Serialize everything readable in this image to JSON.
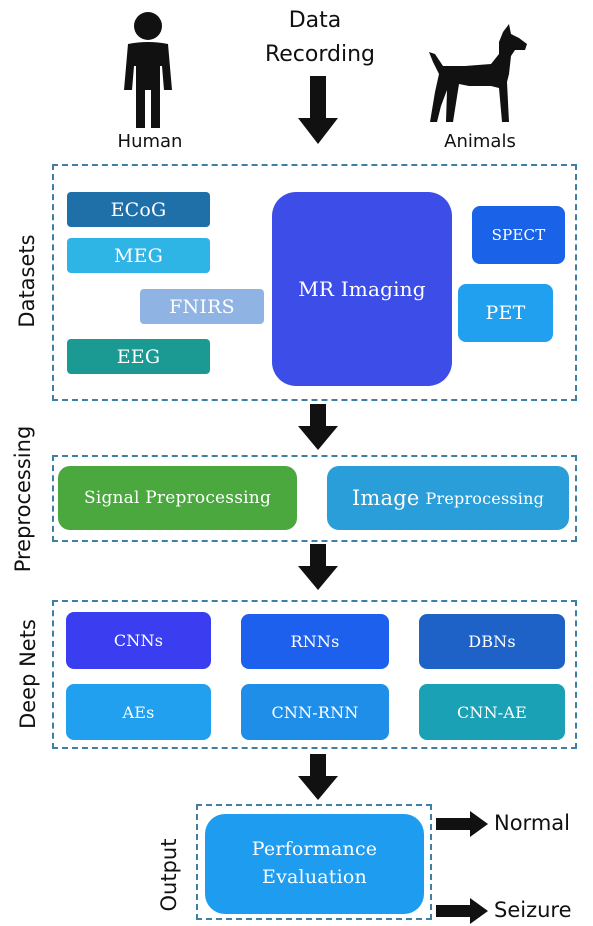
{
  "top": {
    "data_recording": [
      "Data",
      "Recording"
    ],
    "human_label": "Human",
    "animals_label": "Animals"
  },
  "sections": {
    "datasets": "Datasets",
    "preprocessing": "Preprocessing",
    "deep_nets": "Deep Nets",
    "output": "Output"
  },
  "datasets": {
    "ecog": "ECoG",
    "meg": "MEG",
    "fnirs": "FNIRS",
    "eeg": "EEG",
    "mri": "MR Imaging",
    "spect": "SPECT",
    "pet": "PET"
  },
  "preprocessing": {
    "signal": "Signal Preprocessing",
    "image_big": "Image",
    "image_small": "Preprocessing"
  },
  "deep_nets": {
    "cnns": "CNNs",
    "rnns": "RNNs",
    "dbns": "DBNs",
    "aes": "AEs",
    "cnn_rnn": "CNN-RNN",
    "cnn_ae": "CNN-AE"
  },
  "output": {
    "evaluation": [
      "Performance",
      "Evaluation"
    ],
    "normal": "Normal",
    "seizure": "Seizure"
  },
  "colors": {
    "ecog": "#1f6fa8",
    "meg": "#2fb4e6",
    "fnirs": "#8fb4e3",
    "eeg": "#1a9a93",
    "mri": "#3d4de8",
    "spect": "#1a63e8",
    "pet": "#21a0f0",
    "signal": "#4aa83f",
    "image": "#2a9ed8",
    "cnns": "#3a3ef0",
    "rnns": "#1e60ee",
    "dbns": "#1e62c8",
    "aes": "#20a0ee",
    "cnn_rnn": "#1e8ee8",
    "cnn_ae": "#1aa1b5",
    "evaluation": "#1e9cf0",
    "dash_border": "#3e7fa3"
  }
}
